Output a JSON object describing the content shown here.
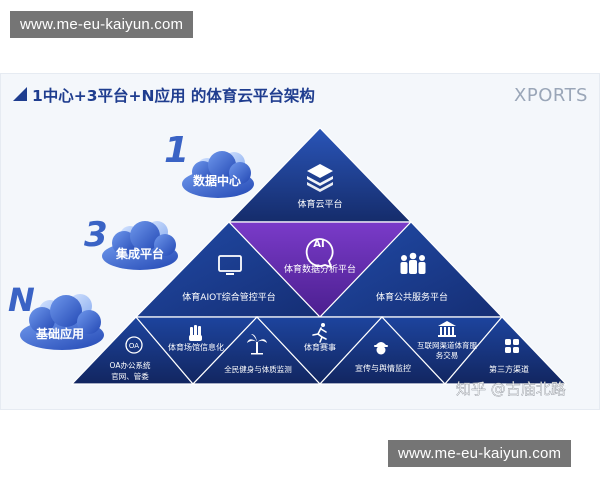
{
  "watermark": {
    "top_url": "www.me-eu-kaiyun.com",
    "bottom_url": "www.me-eu-kaiyun.com"
  },
  "slide": {
    "title": "1中心+3平台+N应用  的体育云平台架构",
    "brand": "XPORTS",
    "levels": [
      {
        "number": "1",
        "cloud_label": "数据中心"
      },
      {
        "number": "3",
        "cloud_label": "集成平台"
      },
      {
        "number": "N",
        "cloud_label": "基础应用"
      }
    ],
    "pyramid": {
      "top": {
        "label": "体育云平台",
        "icon": "layers-icon"
      },
      "middle_center": {
        "label": "体育数据分析平台",
        "icon": "ai-icon",
        "icon_text": "AI"
      },
      "middle_left": {
        "label": "体育AIOT综合管控平台",
        "icon": "monitor-icon"
      },
      "middle_right": {
        "label": "体育公共服务平台",
        "icon": "people-icon"
      },
      "bottom": [
        {
          "label_line1": "OA办公系统",
          "label_line2": "官网、管委",
          "icon": "oa-icon",
          "icon_text": "OA"
        },
        {
          "label_line1": "体育场馆信息化",
          "label_line2": "",
          "icon": "hand-icon"
        },
        {
          "label_line1": "全民健身与体质监测",
          "label_line2": "",
          "icon": "palm-tree-icon"
        },
        {
          "label_line1": "体育赛事",
          "label_line2": "",
          "icon": "runner-icon"
        },
        {
          "label_line1": "宣传与舆情监控",
          "label_line2": "",
          "icon": "person-icon"
        },
        {
          "label_line1": "互联网渠道体育服",
          "label_line2": "务交易",
          "icon": "bank-icon"
        },
        {
          "label_line1": "第三方渠道",
          "label_line2": "",
          "icon": "grid-icon"
        }
      ]
    },
    "zhihu_watermark": "知乎 @古庙北路",
    "colors": {
      "title_navy": "#1f3d8f",
      "number_blue": "#3a63c5",
      "deep_navy": "#17306f",
      "mid_blue": "#1d4bb0",
      "purple": "#6a2fb8",
      "cloud_blue": "#2a5bd0",
      "watermark_gray": "#686868"
    }
  }
}
